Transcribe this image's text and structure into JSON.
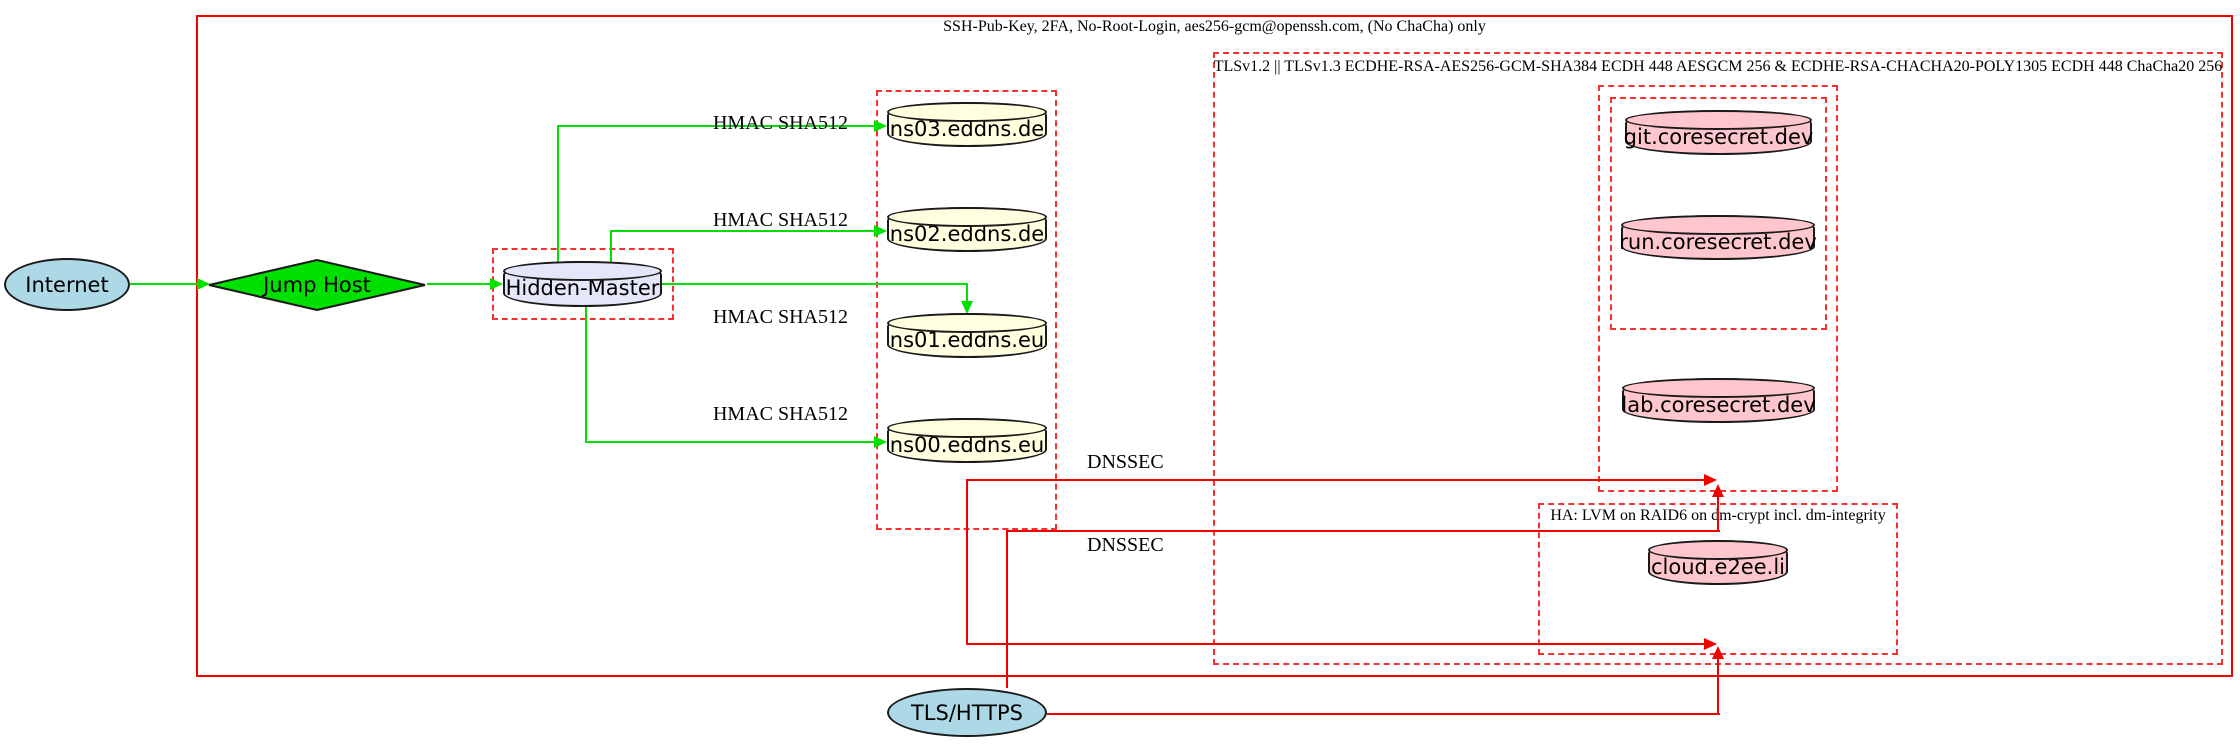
{
  "clusters": {
    "ssh": {
      "label": "SSH-Pub-Key, 2FA, No-Root-Login, aes256-gcm@openssh.com, (No ChaCha) only"
    },
    "tls": {
      "label": "TLSv1.2 || TLSv1.3 ECDHE-RSA-AES256-GCM-SHA384 ECDH 448 AESGCM 256 & ECDHE-RSA-CHACHA20-POLY1305 ECDH 448 ChaCha20 256"
    },
    "ha": {
      "label": "HA: LVM on RAID6 on dm-crypt incl. dm-integrity"
    }
  },
  "nodes": {
    "internet": {
      "label": "Internet",
      "shape": "ellipse",
      "fill": "#add8e6"
    },
    "jump_host": {
      "label": "Jump Host",
      "shape": "diamond",
      "fill": "#00e000"
    },
    "hidden_master": {
      "label": "Hidden-Master",
      "shape": "cylinder",
      "fill": "#e6e6fa"
    },
    "ns03": {
      "label": "ns03.eddns.de",
      "shape": "cylinder",
      "fill": "#ffffe0"
    },
    "ns02": {
      "label": "ns02.eddns.de",
      "shape": "cylinder",
      "fill": "#ffffe0"
    },
    "ns01": {
      "label": "ns01.eddns.eu",
      "shape": "cylinder",
      "fill": "#ffffe0"
    },
    "ns00": {
      "label": "ns00.eddns.eu",
      "shape": "cylinder",
      "fill": "#ffffe0"
    },
    "git": {
      "label": "git.coresecret.dev",
      "shape": "cylinder",
      "fill": "#ffc7cd"
    },
    "run": {
      "label": "run.coresecret.dev",
      "shape": "cylinder",
      "fill": "#ffc7cd"
    },
    "lab": {
      "label": "lab.coresecret.dev",
      "shape": "cylinder",
      "fill": "#ffc7cd"
    },
    "cloud": {
      "label": "cloud.e2ee.li",
      "shape": "cylinder",
      "fill": "#ffc7cd"
    },
    "tls_https": {
      "label": "TLS/HTTPS",
      "shape": "ellipse",
      "fill": "#add8e6"
    }
  },
  "edge_labels": {
    "hmac_ns03": "HMAC SHA512",
    "hmac_ns02": "HMAC SHA512",
    "hmac_ns01": "HMAC SHA512",
    "hmac_ns00": "HMAC SHA512",
    "dnssec_1": "DNSSEC",
    "dnssec_2": "DNSSEC"
  },
  "colors": {
    "cluster_border_red": "#f20000",
    "edge_green": "#00e000",
    "edge_red": "#f20000",
    "node_border": "#1a1a1a",
    "fill_lightblue": "#add8e6",
    "fill_lavender": "#e6e6fa",
    "fill_lightyellow": "#ffffe0",
    "fill_pink": "#ffc7cd",
    "fill_green": "#00e000"
  }
}
